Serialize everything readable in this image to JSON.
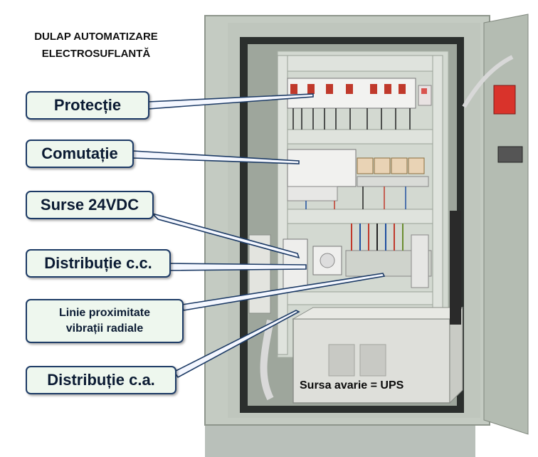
{
  "title": {
    "line1": "DULAP  AUTOMATIZARE",
    "line2": "ELECTROSUFLANTĂ"
  },
  "callouts": {
    "protectie": "Protecție",
    "comutatie": "Comutație",
    "surse": "Surse 24VDC",
    "distributie_cc": "Distribuție c.c.",
    "linie_line1": "Linie proximitate",
    "linie_line2": "vibrații radiale",
    "distributie_ca": "Distribuție c.a."
  },
  "ups_label": "Sursa avarie = UPS",
  "colors": {
    "callout_bg": "#eef7ee",
    "callout_border": "#1d3b66",
    "cabinet": "#c9d0c5",
    "backplate": "#d7ddd5"
  }
}
